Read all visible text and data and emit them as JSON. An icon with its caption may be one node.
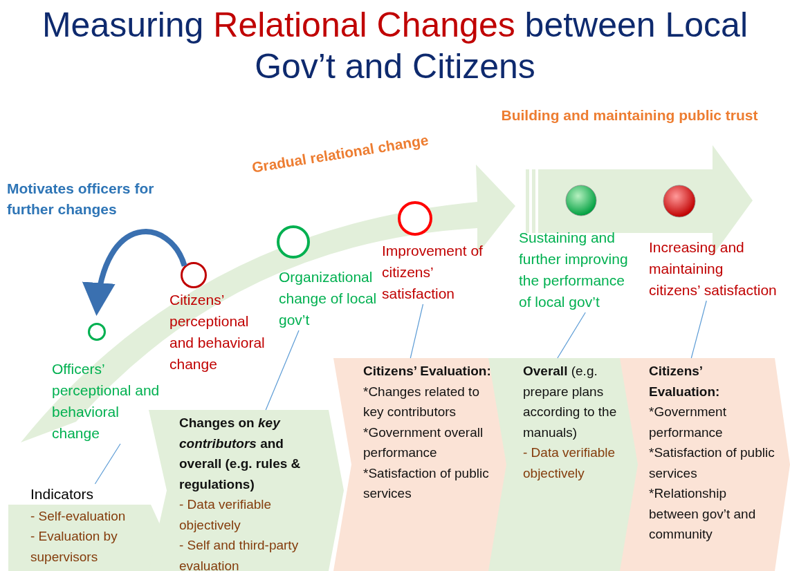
{
  "diagram": {
    "title": "Measuring **Relational Changes** between Local Gov’t and Citizens",
    "nodes": [
      {
        "text": [],
        "shape": "circle"
      },
      {
        "text": [
          "Officers’ perceptional and behavioral change"
        ]
      },
      {
        "text": [],
        "shape": "circle"
      },
      {
        "text": [
          "Citizens’ perceptional and behavioral change"
        ]
      },
      {
        "text": [],
        "shape": "circle"
      },
      {
        "text": [
          "Organizational change of local gov’t"
        ]
      },
      {
        "text": [],
        "shape": "circle"
      },
      {
        "text": [
          "Improvement of citizens’ satisfaction"
        ]
      },
      {
        "text": [],
        "shape": "circle"
      },
      {
        "text": [
          "Sustaining and further improving the performance of local gov’t"
        ]
      },
      {
        "text": [],
        "shape": "circle"
      },
      {
        "text": [
          "Increasing and maintaining citizens’ satisfaction"
        ]
      },
      {
        "text": [
          "Indicators",
          "- Self-evaluation",
          "- Evaluation by supervisors"
        ]
      },
      {
        "text": [
          "Changes on *key contributors* and overall (e.g. rules & regulations)",
          "- Data verifiable objectively",
          "- Self and third-party evaluation"
        ]
      },
      {
        "text": [
          "Citizens’ Evaluation:",
          "*Changes related to key contributors",
          "*Government overall performance",
          "*Satisfaction of public services"
        ]
      },
      {
        "text": [
          "**Overall** (e.g. prepare plans according to the manuals)",
          "- Data verifiable objectively"
        ]
      },
      {
        "text": [
          "Citizens’ Evaluation:",
          "*Government performance",
          "*Satisfaction of public services",
          "*Relationship between gov’t and community"
        ]
      }
    ],
    "edges": [
      {
        "from": 2,
        "to": 0,
        "arrow": "to",
        "style": "thick",
        "color": "#3a70b0"
      },
      {
        "from": 1,
        "to": 12,
        "arrow": "none"
      },
      {
        "from": 5,
        "to": 13,
        "arrow": "none"
      },
      {
        "from": 7,
        "to": 14,
        "arrow": "none"
      },
      {
        "from": 9,
        "to": 15,
        "arrow": "none"
      },
      {
        "from": 11,
        "to": 16,
        "arrow": "none"
      }
    ],
    "labels": [
      "Motivates officers for further changes",
      "Gradual relational change",
      "Building and maintaining public trust"
    ]
  }
}
